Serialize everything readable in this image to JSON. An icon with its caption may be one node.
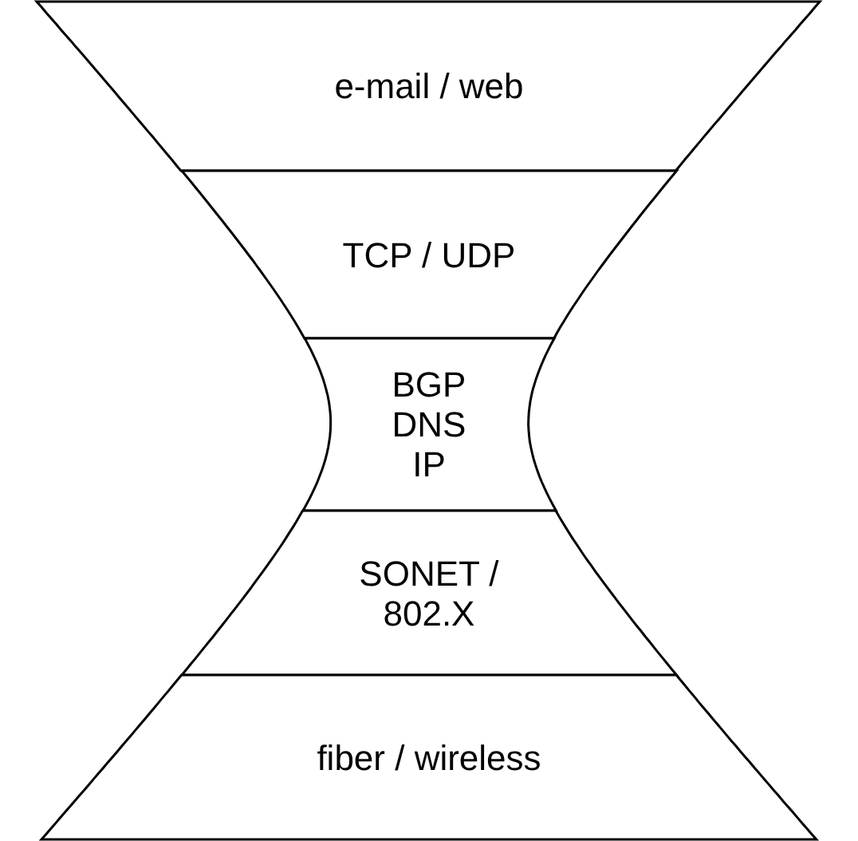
{
  "diagram": {
    "nodes": [
      {
        "text": [
          "e-mail / web"
        ]
      },
      {
        "text": [
          "TCP / UDP"
        ]
      },
      {
        "text": [
          "BGP DNS IP"
        ]
      },
      {
        "text": [
          "SONET / 802.X"
        ]
      },
      {
        "text": [
          "fiber / wireless"
        ]
      }
    ]
  }
}
